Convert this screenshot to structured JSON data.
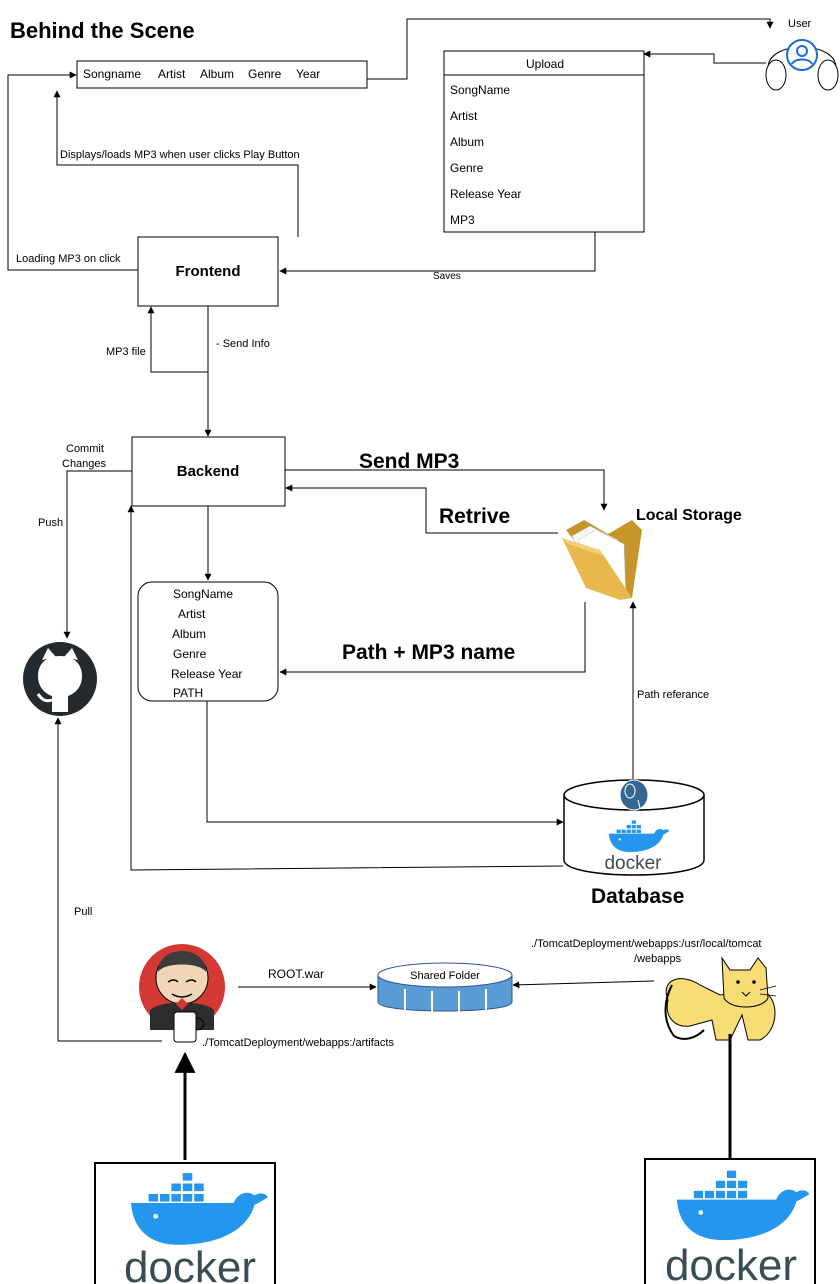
{
  "title": "Behind the Scene",
  "header_bar": {
    "items": [
      "Songname",
      "Artist",
      "Album",
      "Genre",
      "Year"
    ]
  },
  "user": {
    "label": "User"
  },
  "upload": {
    "title": "Upload",
    "fields": [
      "SongName",
      "Artist",
      "Album",
      "Genre",
      "Release Year",
      "MP3"
    ]
  },
  "frontend": {
    "label": "Frontend"
  },
  "backend": {
    "label": "Backend"
  },
  "metadata_box": {
    "fields": [
      "SongName",
      "Artist",
      "Album",
      "Genre",
      "Release Year",
      "PATH"
    ]
  },
  "storage": {
    "label": "Local Storage"
  },
  "database": {
    "label": "Database",
    "logo_text": "docker"
  },
  "shared_folder": {
    "label": "Shared Folder"
  },
  "edges": {
    "displays": "Displays/loads MP3 when user clicks Play Button",
    "loading": "Loading MP3 on click",
    "saves": "Saves",
    "mp3_file": "MP3 file",
    "send_info": "- Send Info",
    "commit_1": "Commit",
    "commit_2": "Changes",
    "push": "Push",
    "send_mp3": "Send MP3",
    "retrive": "Retrive",
    "path_mp3": "Path + MP3 name",
    "path_ref": "Path referance",
    "pull": "Pull",
    "root_war": "ROOT.war",
    "jenkins_mount": "./TomcatDeployment/webapps:/artifacts",
    "tomcat_mount_1": "./TomcatDeployment/webapps:/usr/local/tomcat",
    "tomcat_mount_2": "/webapps"
  },
  "docker_left": {
    "logo_text": "docker"
  },
  "docker_right": {
    "logo_text": "docker"
  },
  "colors": {
    "docker_blue": "#1d63ed",
    "docker_whale": "#2496ed",
    "docker_text": "#394d54",
    "postgres_blue": "#336791",
    "jenkins_red": "#d33833",
    "tomcat_yellow": "#f8dc75",
    "folder_yellow": "#e8b84f",
    "shared_folder_blue": "#5b9bd5",
    "user_icon_blue": "#1a6bd6"
  }
}
